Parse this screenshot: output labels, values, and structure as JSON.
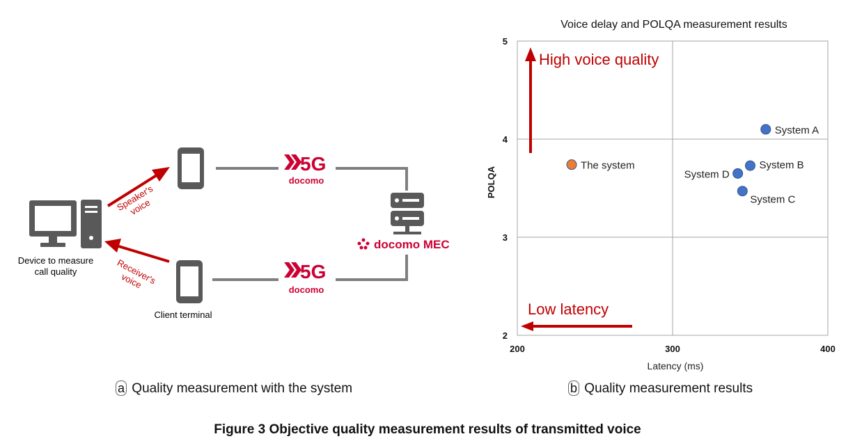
{
  "diagram": {
    "device_label_line1": "Device to measure",
    "device_label_line2": "call quality",
    "client_label": "Client terminal",
    "speaker_voice_line1": "Speaker's",
    "speaker_voice_line2": "voice",
    "receiver_voice_line1": "Receiver's",
    "receiver_voice_line2": "voice",
    "fiveg_text": "5G",
    "docomo_small": "docomo",
    "mec_label": "docomo MEC"
  },
  "captions": {
    "a_letter": "a",
    "a_text": "Quality measurement with the system",
    "b_letter": "b",
    "b_text": "Quality measurement results",
    "figure_title": "Figure 3  Objective quality measurement results of transmitted voice"
  },
  "chart_data": {
    "type": "scatter",
    "title": "Voice delay and POLQA measurement results",
    "xlabel": "Latency (ms)",
    "ylabel": "POLQA",
    "xlim": [
      200,
      400
    ],
    "ylim": [
      2,
      5
    ],
    "x_ticks": [
      200,
      300,
      400
    ],
    "y_ticks": [
      2,
      3,
      4,
      5
    ],
    "grid": true,
    "points": [
      {
        "label": "The system",
        "x": 235,
        "y": 3.74,
        "color": "#ED7D31",
        "label_side": "right"
      },
      {
        "label": "System A",
        "x": 360,
        "y": 4.1,
        "color": "#4472C4",
        "label_side": "right"
      },
      {
        "label": "System B",
        "x": 350,
        "y": 3.73,
        "color": "#4472C4",
        "label_side": "right-up"
      },
      {
        "label": "System D",
        "x": 342,
        "y": 3.65,
        "color": "#4472C4",
        "label_side": "left"
      },
      {
        "label": "System C",
        "x": 345,
        "y": 3.47,
        "color": "#4472C4",
        "label_side": "right-down"
      }
    ],
    "annotations": [
      {
        "text": "High voice quality",
        "color": "#C00000"
      },
      {
        "text": "Low latency",
        "color": "#C00000"
      }
    ]
  },
  "colors": {
    "arrow_red": "#C00000",
    "docomo_red": "#CC0033",
    "icon_gray": "#595959"
  }
}
